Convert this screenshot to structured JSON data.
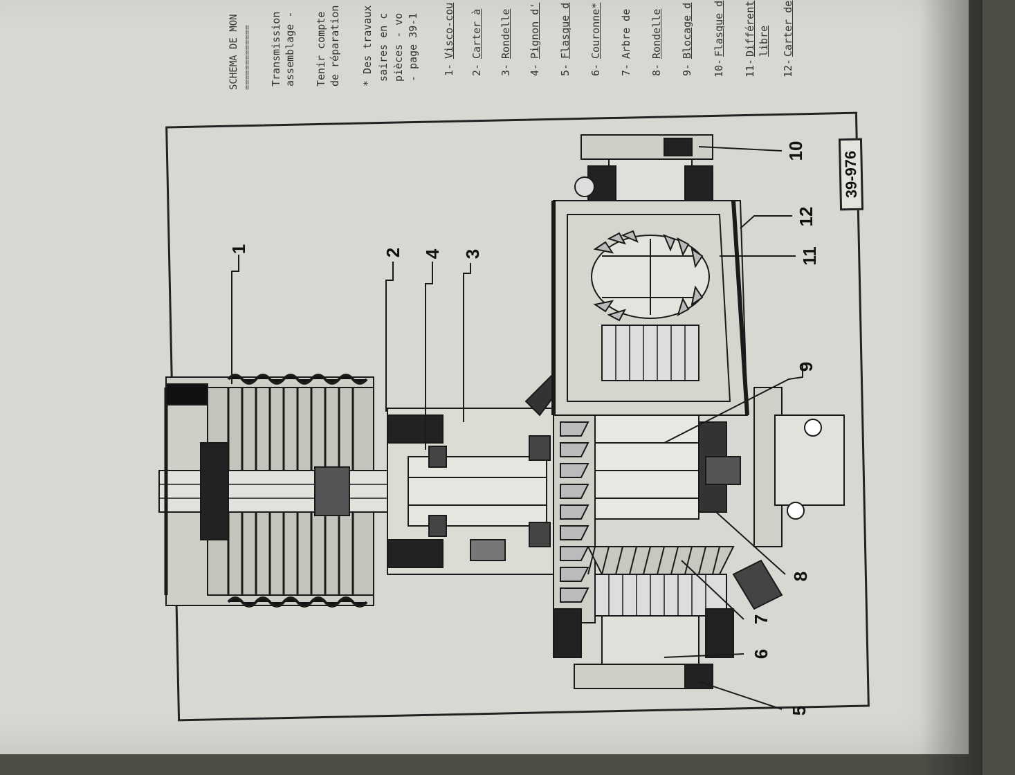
{
  "header": {
    "section_title": "SCHEMA DE MON",
    "rule": "=============",
    "intro_lines": [
      "Transmission",
      "assemblage -",
      "Tenir compte",
      "de réparation",
      "* Des travaux",
      "saires en c",
      "pièces - vo",
      "- page 39-1"
    ]
  },
  "legend": [
    {
      "num": "1-",
      "text": "Visco-cou"
    },
    {
      "num": "2-",
      "text": "Carter à"
    },
    {
      "num": "3-",
      "text": "Rondelle"
    },
    {
      "num": "4-",
      "text": "Pignon d'"
    },
    {
      "num": "5-",
      "text": "Flasque d"
    },
    {
      "num": "6-",
      "text": "Couronne*"
    },
    {
      "num": "7-",
      "text": "Arbre de"
    },
    {
      "num": "8-",
      "text": "Rondelle"
    },
    {
      "num": "9-",
      "text": "Blocage d"
    },
    {
      "num": "10-",
      "text": "Flasque d"
    },
    {
      "num": "11-",
      "text": "Différent",
      "text2": "libre"
    },
    {
      "num": "12-",
      "text": "Carter de"
    }
  ],
  "figure": {
    "reference": "39-976",
    "callouts": [
      "1",
      "2",
      "4",
      "3",
      "9",
      "5",
      "6",
      "7",
      "8",
      "11",
      "12",
      "10"
    ]
  },
  "colors": {
    "paper": "#d8d8d2",
    "ink": "#1a1a1a",
    "cloth": "#4a4e45"
  }
}
